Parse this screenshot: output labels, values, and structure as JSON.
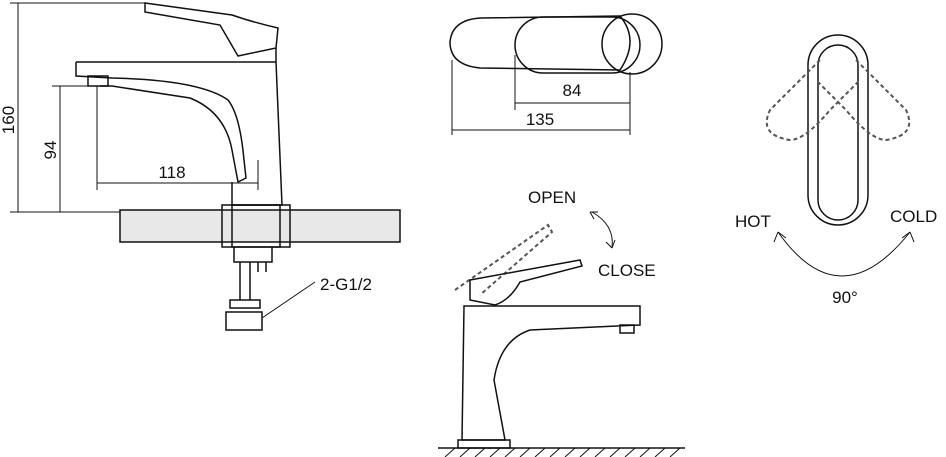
{
  "dimensions": {
    "height_total": "160",
    "spout_height": "94",
    "spout_reach": "118",
    "connection": "2-G1/2",
    "handle_length": "84",
    "total_length": "135"
  },
  "labels": {
    "open": "OPEN",
    "close": "CLOSE",
    "hot": "HOT",
    "cold": "COLD",
    "rotation": "90°"
  }
}
